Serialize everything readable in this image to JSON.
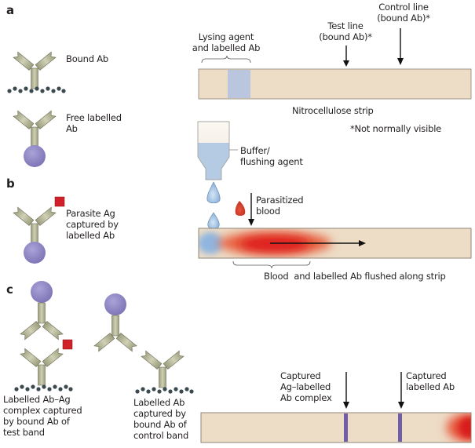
{
  "panels": {
    "a": {
      "letter": "a",
      "legend": {
        "bound_ab": "Bound Ab",
        "free_labelled_ab": "Free labelled\nAb"
      },
      "strip": {
        "lysing_label": "Lysing agent\nand labelled Ab",
        "test_line_label": "Test line\n(bound Ab)*",
        "control_line_label": "Control line\n(bound Ab)*",
        "strip_caption": "Nitrocellulose strip",
        "footnote": "*Not normally visible"
      }
    },
    "b": {
      "letter": "b",
      "legend": {
        "ag_captured": "Parasite Ag\ncaptured by\nlabelled Ab"
      },
      "buffer_label": "Buffer/\nflushing agent",
      "blood_label": "Parasitized\nblood",
      "flow_caption": "Blood  and labelled Ab flushed along strip"
    },
    "c": {
      "letter": "c",
      "complex_caption": "Labelled Ab–Ag\ncomplex captured\nby bound Ab of\ntest band",
      "control_caption": "Labelled Ab\ncaptured by\nbound Ab of\ncontrol band",
      "test_band_label": "Captured\nAg–labelled\nAb complex",
      "control_band_label": "Captured\nlabelled Ab"
    }
  },
  "colors": {
    "strip": "#eddcc6",
    "strip_border": "#8a8275",
    "lysing_pad": "#b9c6dd",
    "antibody": "#b7b89a",
    "antibody_stroke": "#6d6e55",
    "label_bead": "#8a82c0",
    "antigen": "#d0202a",
    "membrane_dots": "#3b4a4f",
    "band": "#6f5fa6",
    "blood": "#e2262a",
    "buffer": "#a9c6e6"
  }
}
